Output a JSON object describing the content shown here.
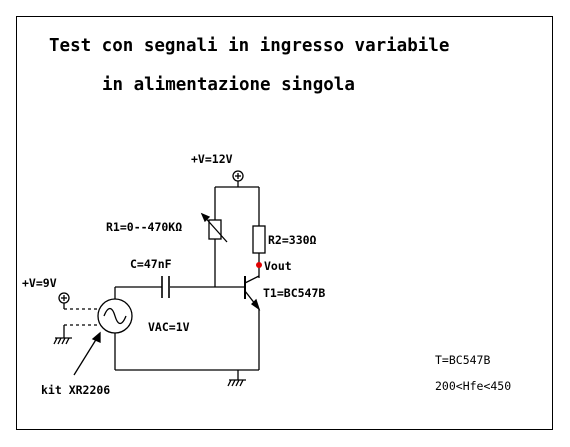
{
  "title": {
    "line1": "Test con segnali in ingresso variabile",
    "line2": "in alimentazione singola"
  },
  "labels": {
    "supply_main": "+V=12V",
    "r1": "R1=0--470KΩ",
    "r2": "R2=330Ω",
    "vout": "Vout",
    "capacitor": "C=47nF",
    "transistor": "T1=BC547B",
    "supply_gen": "+V=9V",
    "vac": "VAC=1V",
    "generator_kit": "kit XR2206"
  },
  "notes": {
    "transistor_type": "T=BC547B",
    "hfe_range": "200<Hfe<450"
  },
  "colors": {
    "line": "#000000",
    "vout_dot": "#e00000"
  },
  "icons": [
    "power-terminal-icon",
    "ground-icon",
    "ac-source-icon",
    "variable-resistor-icon",
    "resistor-icon",
    "capacitor-icon",
    "npn-transistor-icon"
  ]
}
